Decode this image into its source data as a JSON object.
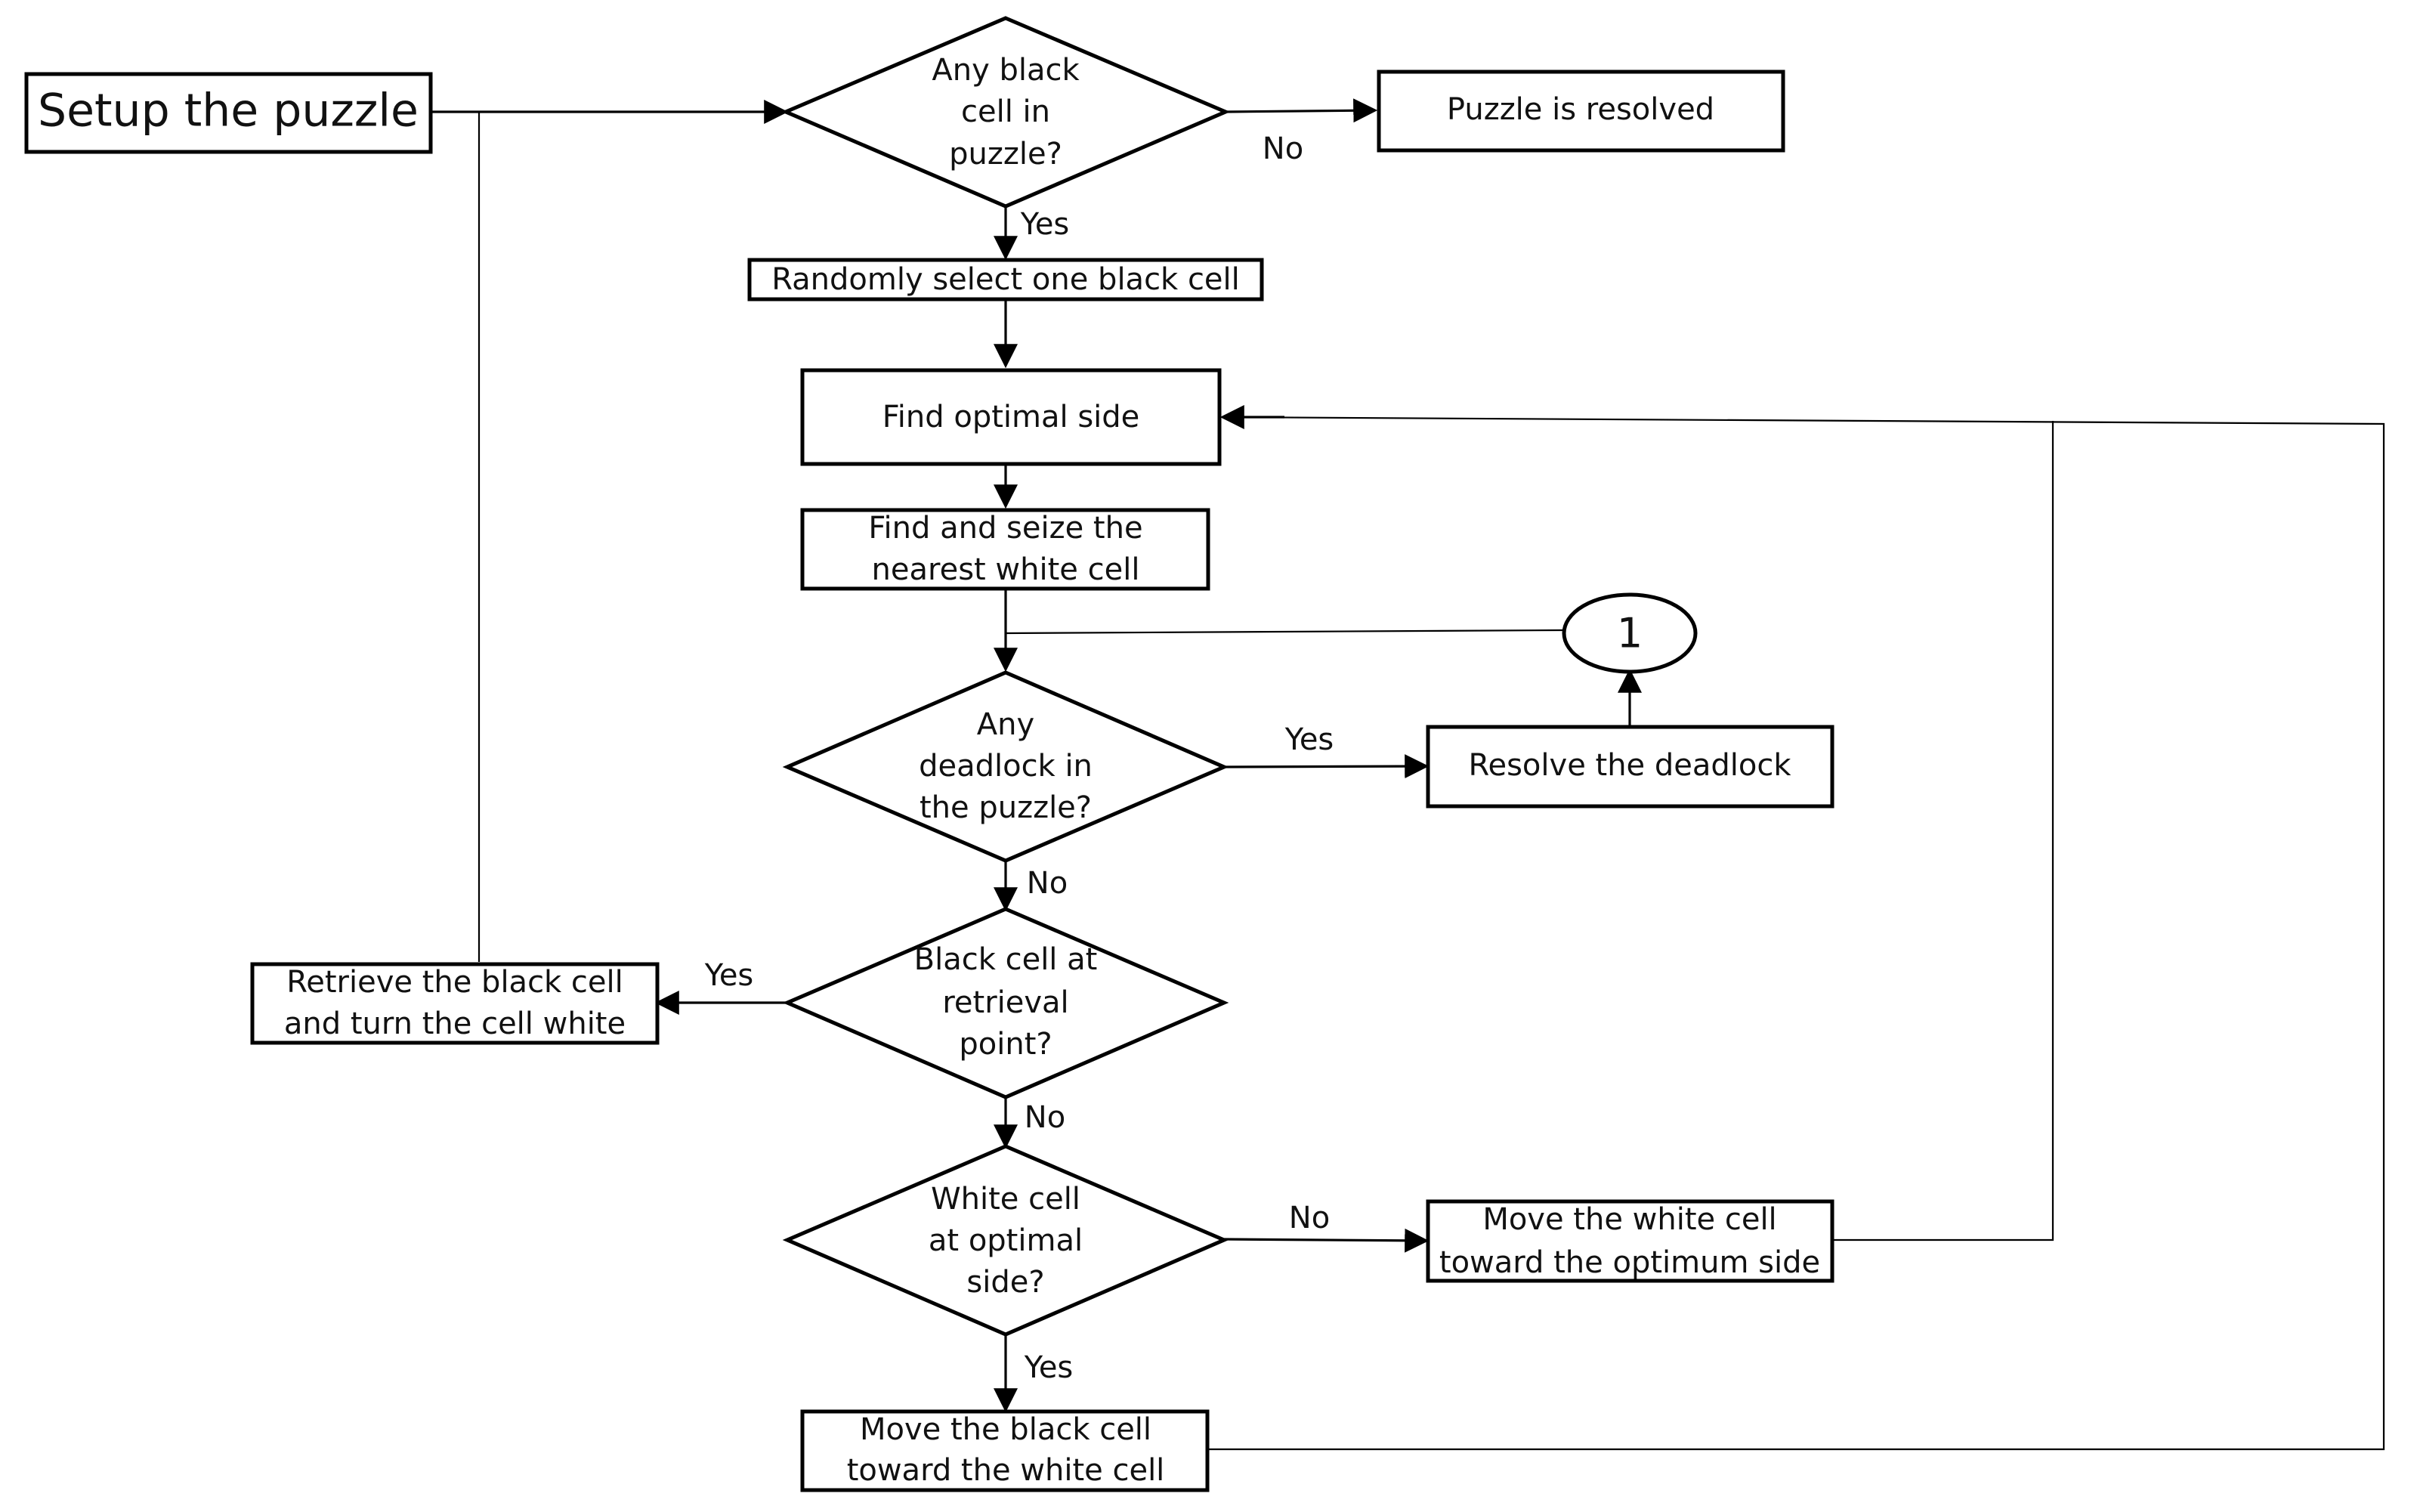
{
  "nodes": {
    "setup": "Setup the puzzle",
    "any_black_1": "Any black",
    "any_black_2": "cell in",
    "any_black_3": "puzzle?",
    "resolved": "Puzzle is resolved",
    "random_select": "Randomly select one black cell",
    "find_optimal": "Find optimal side",
    "find_seize_1": "Find and seize the",
    "find_seize_2": "nearest white cell",
    "connector_1": "1",
    "deadlock_1": "Any",
    "deadlock_2": "deadlock in",
    "deadlock_3": "the puzzle?",
    "resolve_deadlock": "Resolve the deadlock",
    "retrieval_1": "Black cell at",
    "retrieval_2": "retrieval",
    "retrieval_3": "point?",
    "retrieve_1": "Retrieve the black cell",
    "retrieve_2": "and turn the cell white",
    "white_opt_1": "White cell",
    "white_opt_2": "at optimal",
    "white_opt_3": "side?",
    "move_white_1": "Move the white cell",
    "move_white_2": "toward the optimum side",
    "move_black_1": "Move the black cell",
    "move_black_2": "toward the white cell"
  },
  "edges": {
    "no_resolved": "No",
    "yes_select": "Yes",
    "yes_deadlock": "Yes",
    "no_deadlock": "No",
    "yes_retrieve": "Yes",
    "no_retrieval": "No",
    "no_white": "No",
    "yes_white": "Yes"
  }
}
